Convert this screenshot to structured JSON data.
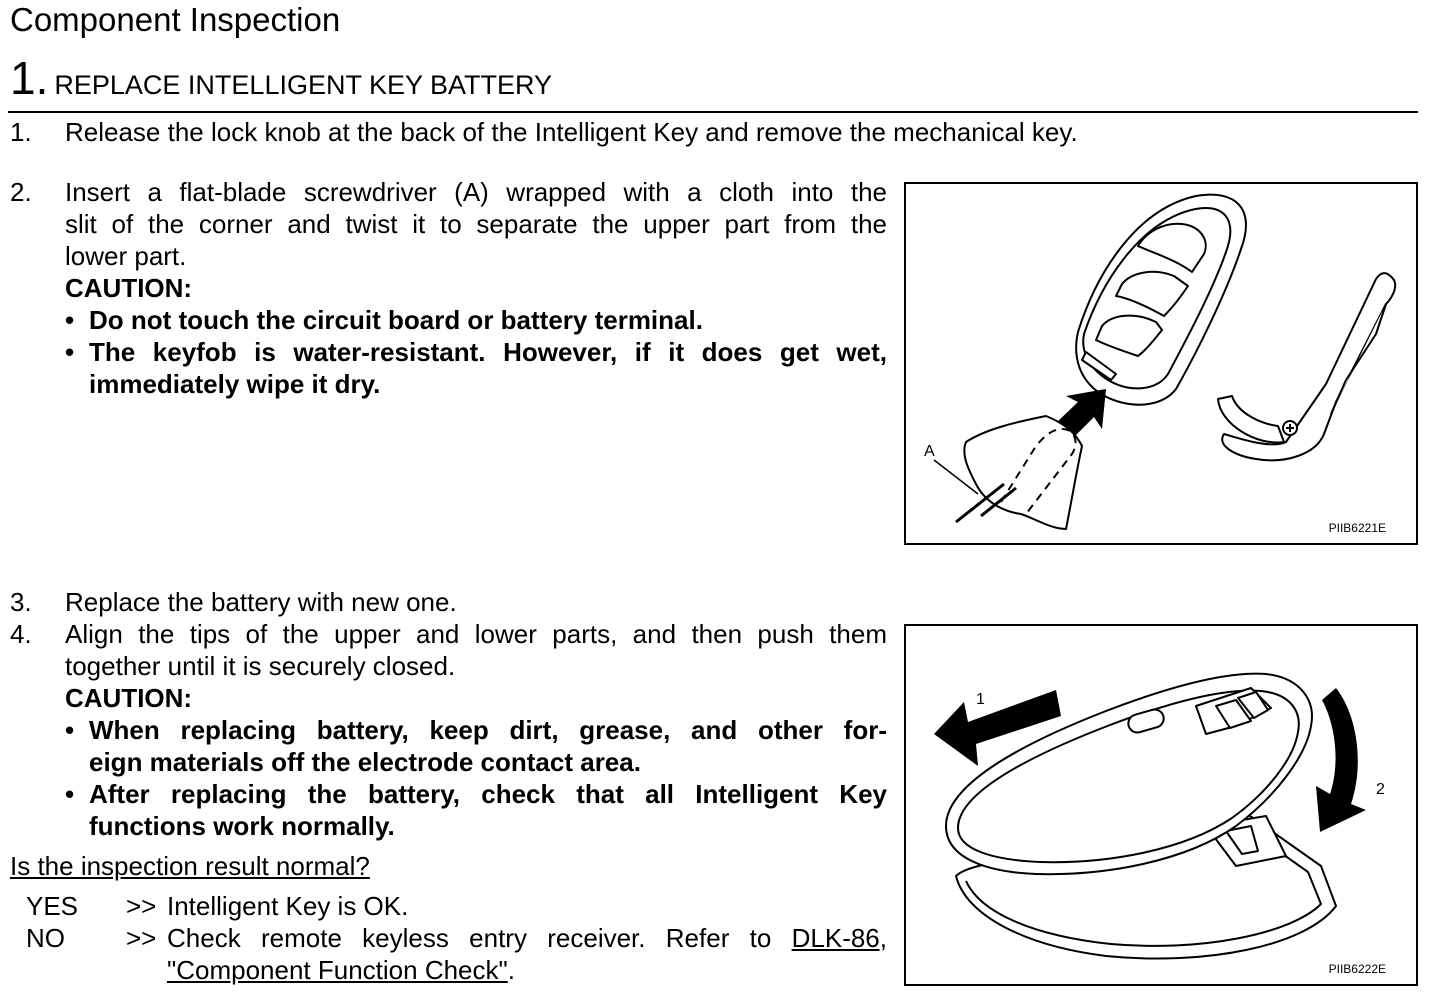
{
  "section_title": "Component Inspection",
  "step": {
    "number": "1.",
    "title": "REPLACE INTELLIGENT KEY BATTERY"
  },
  "instructions": [
    {
      "num": "1.",
      "lines": [
        "Release the lock knob at the back of the Intelligent Key and remove the mechanical key."
      ]
    },
    {
      "num": "2.",
      "lines": [
        "Insert a flat-blade screwdriver (A) wrapped with a cloth into the",
        "slit of the corner and twist it to separate the upper part from the",
        "lower part."
      ],
      "caution": "CAUTION:",
      "bullets": [
        {
          "lines": [
            "Do not touch the circuit board or battery terminal."
          ]
        },
        {
          "lines": [
            "The keyfob is water-resistant. However, if it does get wet,",
            "immediately wipe it dry."
          ]
        }
      ]
    },
    {
      "num": "3.",
      "lines": [
        "Replace the battery with new one."
      ]
    },
    {
      "num": "4.",
      "lines": [
        "Align the tips of the upper and lower parts, and then push them",
        "together until it is securely closed."
      ],
      "caution": "CAUTION:",
      "bullets": [
        {
          "lines": [
            "When replacing battery, keep dirt, grease, and other for-",
            "eign materials off the electrode contact area."
          ]
        },
        {
          "lines": [
            "After replacing the battery, check that all Intelligent Key",
            "functions work normally."
          ]
        }
      ]
    }
  ],
  "bullet_glyph": "•",
  "question": "Is the inspection result normal?",
  "results": [
    {
      "label": "YES",
      "arrow": ">>",
      "text": "Intelligent Key is OK."
    },
    {
      "label": "NO",
      "arrow": ">>",
      "text_before": "Check remote keyless entry receiver. Refer to ",
      "link_line1": "DLK-86,",
      "link_line2": "\"Component Function Check\"",
      "text_after": "."
    }
  ],
  "figures": [
    {
      "code": "PIIB6221E",
      "callout": "A"
    },
    {
      "code": "PIIB6222E",
      "callout_1": "1",
      "callout_2": "2"
    }
  ]
}
